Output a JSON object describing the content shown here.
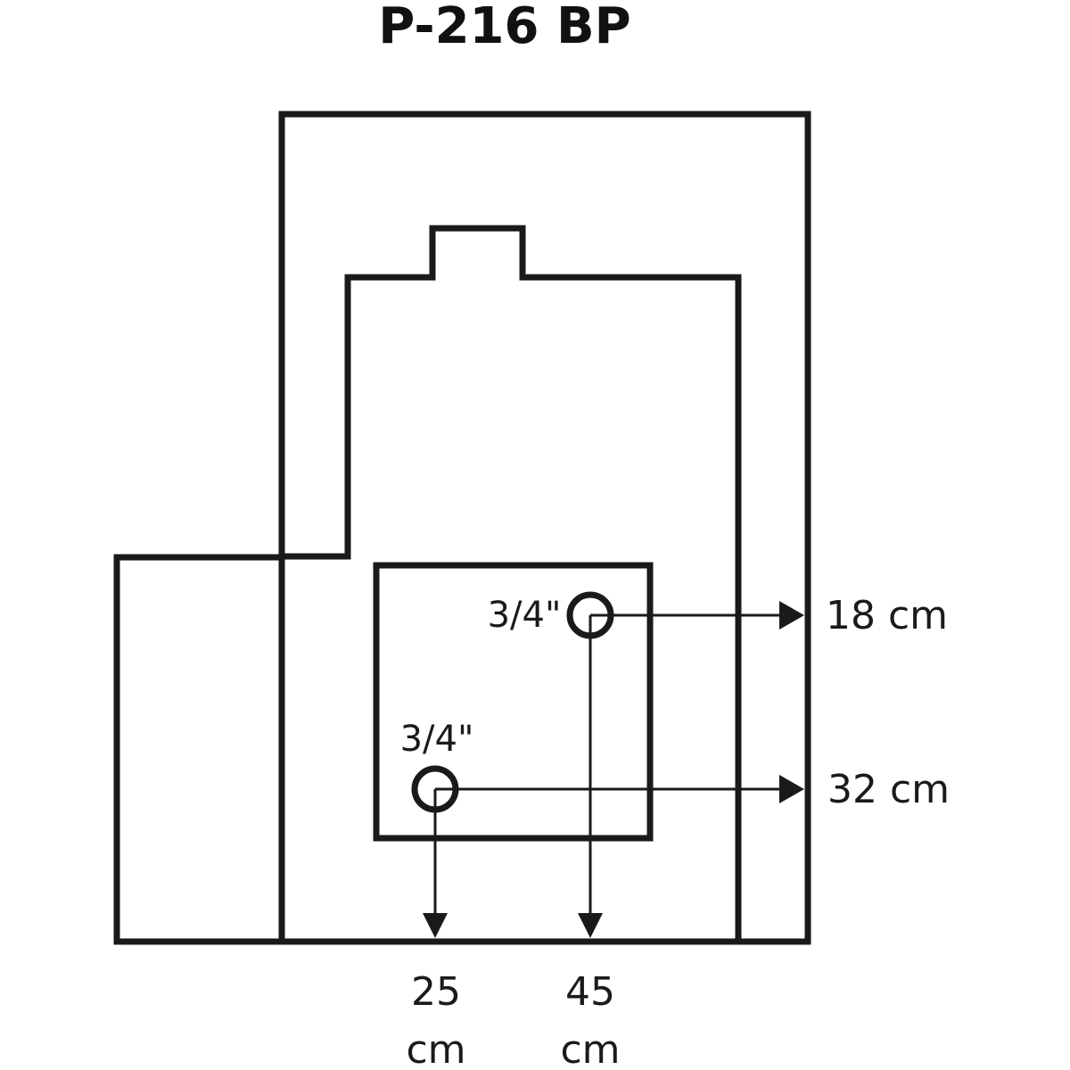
{
  "title": "P-216 BP",
  "pipes": {
    "upper": {
      "size_label": "3/4\""
    },
    "lower": {
      "size_label": "3/4\""
    }
  },
  "dimensions": {
    "upper_height": "18 cm",
    "lower_height": "32 cm",
    "lower_offset_value": "25",
    "lower_offset_unit": "cm",
    "upper_offset_value": "45",
    "upper_offset_unit": "cm"
  },
  "colors": {
    "stroke": "#1a1a1a",
    "background": "#ffffff"
  }
}
